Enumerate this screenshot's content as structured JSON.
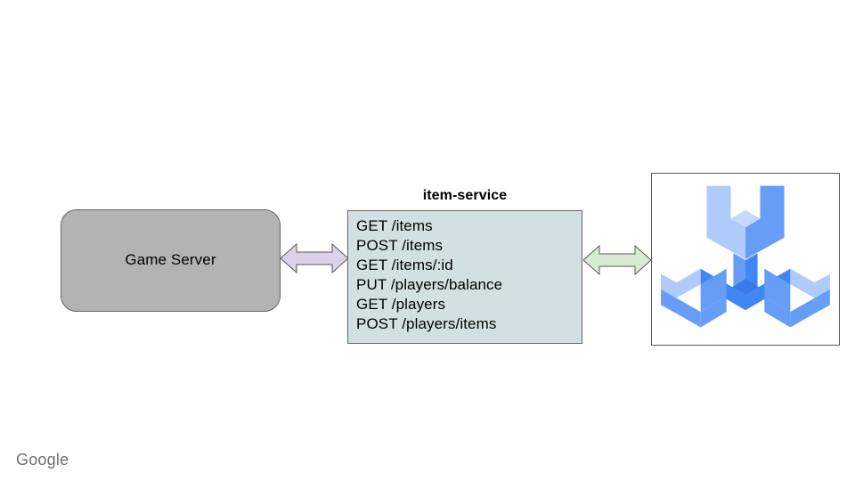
{
  "diagram": {
    "background_color": "#ffffff",
    "nodes": {
      "game_server": {
        "label": "Game Server",
        "fill_color": "#b3b3b3",
        "border_color": "#666666"
      },
      "item_service": {
        "title": "item-service",
        "fill_color": "#d3e0e3",
        "border_color": "#666666",
        "endpoints": [
          "GET /items",
          "POST /items",
          "GET /items/:id",
          "PUT /players/balance",
          "GET /players",
          "POST /players/items"
        ]
      },
      "tool_panel": {
        "icon_name": "three-pronged-wrench-icon",
        "border_color": "#595959",
        "fill_color": "#ffffff",
        "palette": {
          "light_blue": "#aecbfa",
          "mid_blue": "#669df6",
          "dark_blue": "#4285f4",
          "deep_blue": "#3b78e7"
        }
      }
    },
    "connectors": [
      {
        "name": "game-server-to-item-service",
        "style": "double-headed-arrow",
        "fill_color": "#d9d2e9",
        "border_color": "#595959"
      },
      {
        "name": "item-service-to-tools",
        "style": "double-headed-arrow",
        "fill_color": "#d9ead3",
        "border_color": "#595959"
      }
    ]
  },
  "watermark": {
    "text": "Google",
    "color": "#6e6e6e"
  }
}
